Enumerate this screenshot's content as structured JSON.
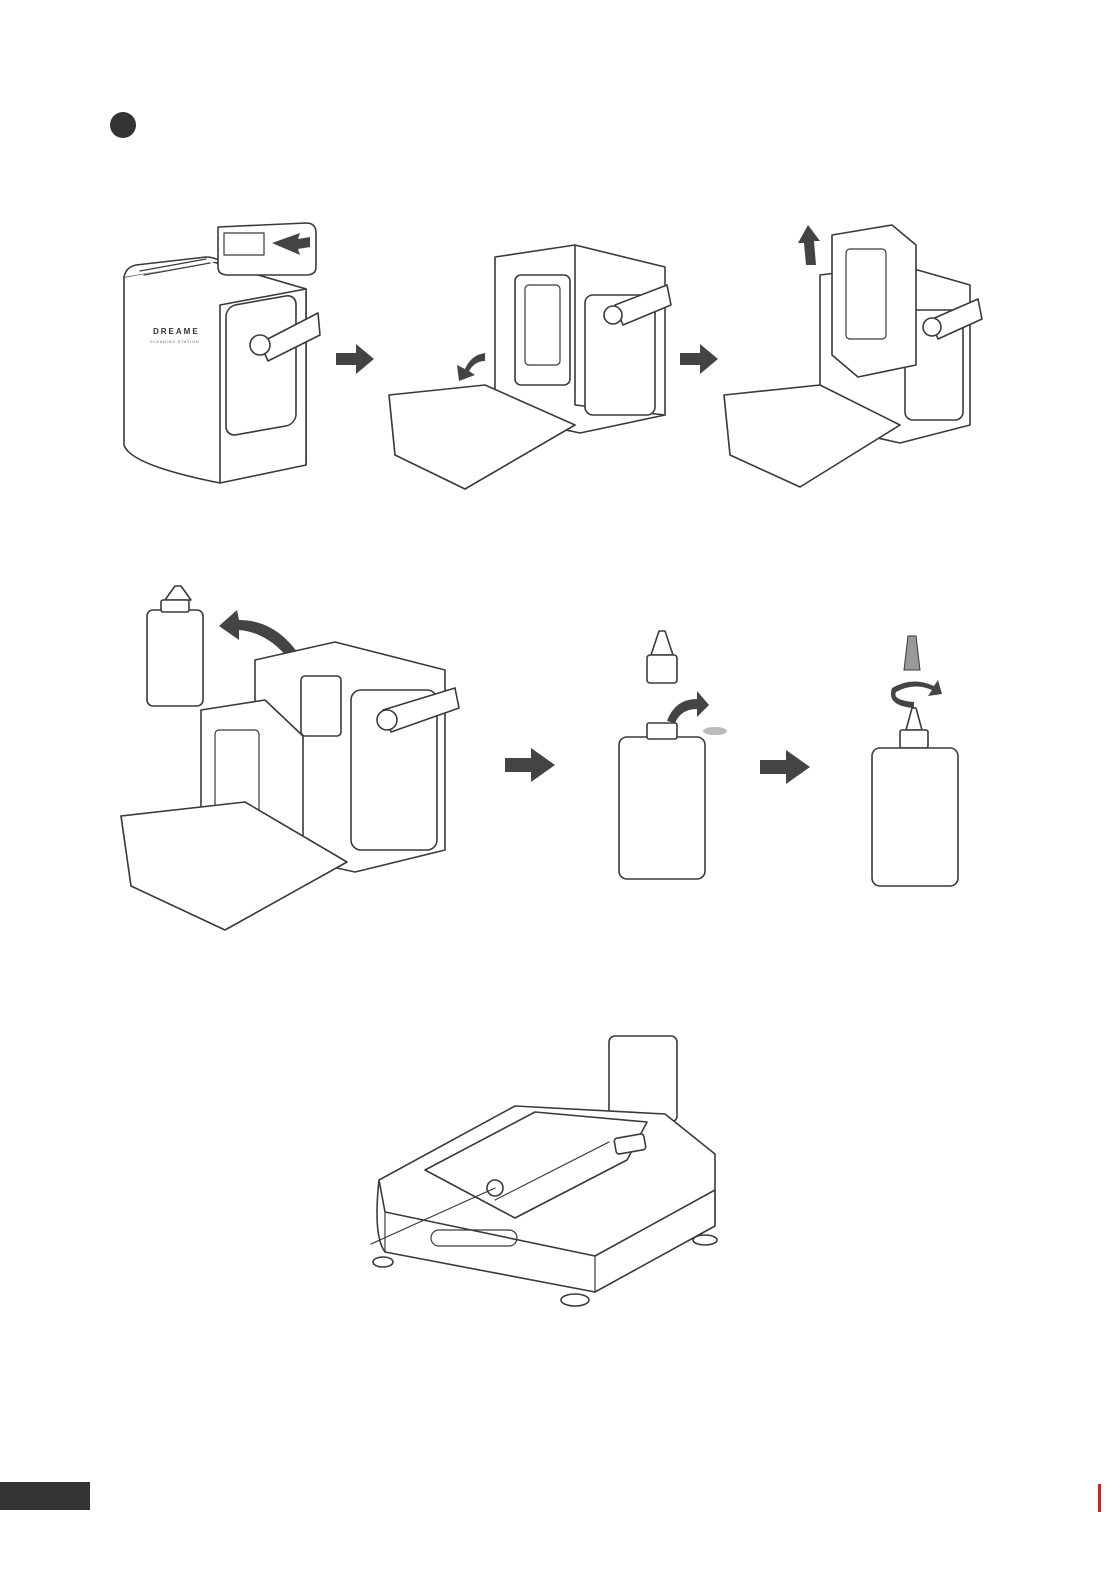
{
  "page": {
    "step_marker": "step-indicator",
    "colors": {
      "line": "#3a3a3a",
      "arrow": "#444444",
      "footer_bar": "#333333",
      "edge_mark": "#cc2222"
    }
  },
  "figures": {
    "base_station_brand": "DREAME",
    "base_station_tagline": "CLEANING STATION",
    "icons": [
      "slide-arrow-icon",
      "open-door-arrow-icon",
      "lift-up-arrow-icon",
      "remove-bottle-arrow-icon",
      "remove-cap-arrow-icon",
      "twist-nozzle-icon",
      "next-step-arrow-icon"
    ]
  }
}
